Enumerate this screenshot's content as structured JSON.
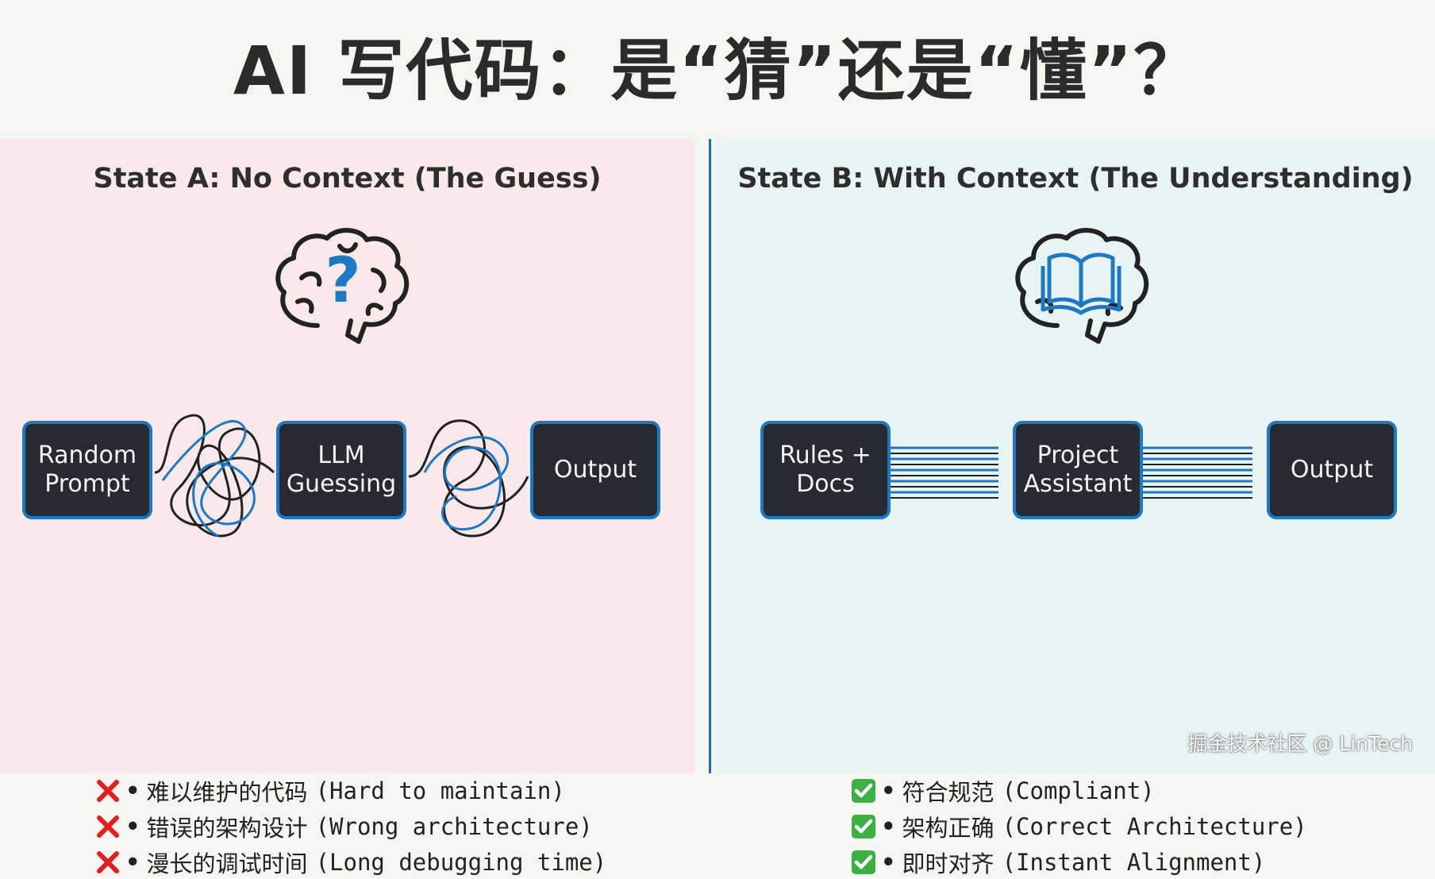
{
  "title": "AI 写代码：是“猜”还是“懂”？",
  "panel_a": {
    "heading": "State A: No Context (The Guess)",
    "box1": [
      "Random",
      "Prompt"
    ],
    "box2": [
      "LLM",
      "Guessing"
    ],
    "box3": "Output",
    "bullets": [
      {
        "zh": "难以维护的代码",
        "en": "(Hard to maintain)"
      },
      {
        "zh": "错误的架构设计",
        "en": "(Wrong architecture)"
      },
      {
        "zh": "漫长的调试时间",
        "en": "(Long debugging time)"
      }
    ],
    "bullet_mark_icon": "red-cross-icon",
    "brain_icon": "brain-question-icon",
    "accent_color": "#1f78c4",
    "cross_color": "#e02020"
  },
  "panel_b": {
    "heading": "State B: With Context (The Understanding)",
    "box1": [
      "Rules +",
      "Docs"
    ],
    "box2": [
      "Project",
      "Assistant"
    ],
    "box3": "Output",
    "bullets": [
      {
        "zh": "符合规范",
        "en": "(Compliant)"
      },
      {
        "zh": "架构正确",
        "en": "(Correct Architecture)"
      },
      {
        "zh": "即时对齐",
        "en": "(Instant Alignment)"
      }
    ],
    "bullet_mark_icon": "green-check-icon",
    "brain_icon": "brain-book-icon",
    "check_color": "#3cb043"
  },
  "bullet_dot": "•",
  "watermark": "掘金技术社区 @ LinTech"
}
